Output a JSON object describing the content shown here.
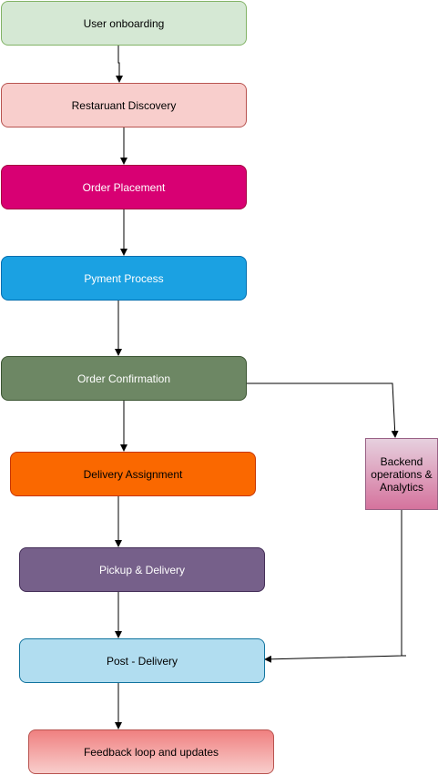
{
  "nodes": [
    {
      "id": "n-onboarding",
      "name": "node-user-onboarding",
      "label": "User onboarding",
      "fill": "#d5e8d4",
      "stroke": "#82b366",
      "text": "#000000"
    },
    {
      "id": "n-discovery",
      "name": "node-restaurant-discovery",
      "label": "Restaruant Discovery",
      "fill": "#f8cecc",
      "stroke": "#b85450",
      "text": "#000000"
    },
    {
      "id": "n-placement",
      "name": "node-order-placement",
      "label": "Order Placement",
      "fill": "#d80073",
      "stroke": "#a50040",
      "text": "#ffffff"
    },
    {
      "id": "n-payment",
      "name": "node-payment-process",
      "label": "Pyment Process",
      "fill": "#1ba1e2",
      "stroke": "#006eaf",
      "text": "#ffffff"
    },
    {
      "id": "n-confirmation",
      "name": "node-order-confirmation",
      "label": "Order Confirmation",
      "fill": "#6d8764",
      "stroke": "#3a5431",
      "text": "#ffffff"
    },
    {
      "id": "n-assignment",
      "name": "node-delivery-assignment",
      "label": "Delivery Assignment",
      "fill": "#fa6800",
      "stroke": "#c73500",
      "text": "#000000"
    },
    {
      "id": "n-pickup",
      "name": "node-pickup-delivery",
      "label": "Pickup & Delivery",
      "fill": "#76608a",
      "stroke": "#432d57",
      "text": "#ffffff"
    },
    {
      "id": "n-post",
      "name": "node-post-delivery",
      "label": "Post - Delivery",
      "fill": "#b1ddf0",
      "stroke": "#10739e",
      "text": "#000000"
    },
    {
      "id": "n-feedback",
      "name": "node-feedback-loop",
      "label": "Feedback loop and updates",
      "fill": "#f08080",
      "stroke": "#b85450",
      "text": "#000000",
      "gradient_to": "#f8cecc"
    },
    {
      "id": "n-backend",
      "name": "node-backend-operations",
      "label": "Backend operations &  Analytics",
      "fill": "#e6d0de",
      "stroke": "#996185",
      "text": "#000000",
      "gradient_to": "#d5739d"
    }
  ],
  "connector_color": "#000000"
}
